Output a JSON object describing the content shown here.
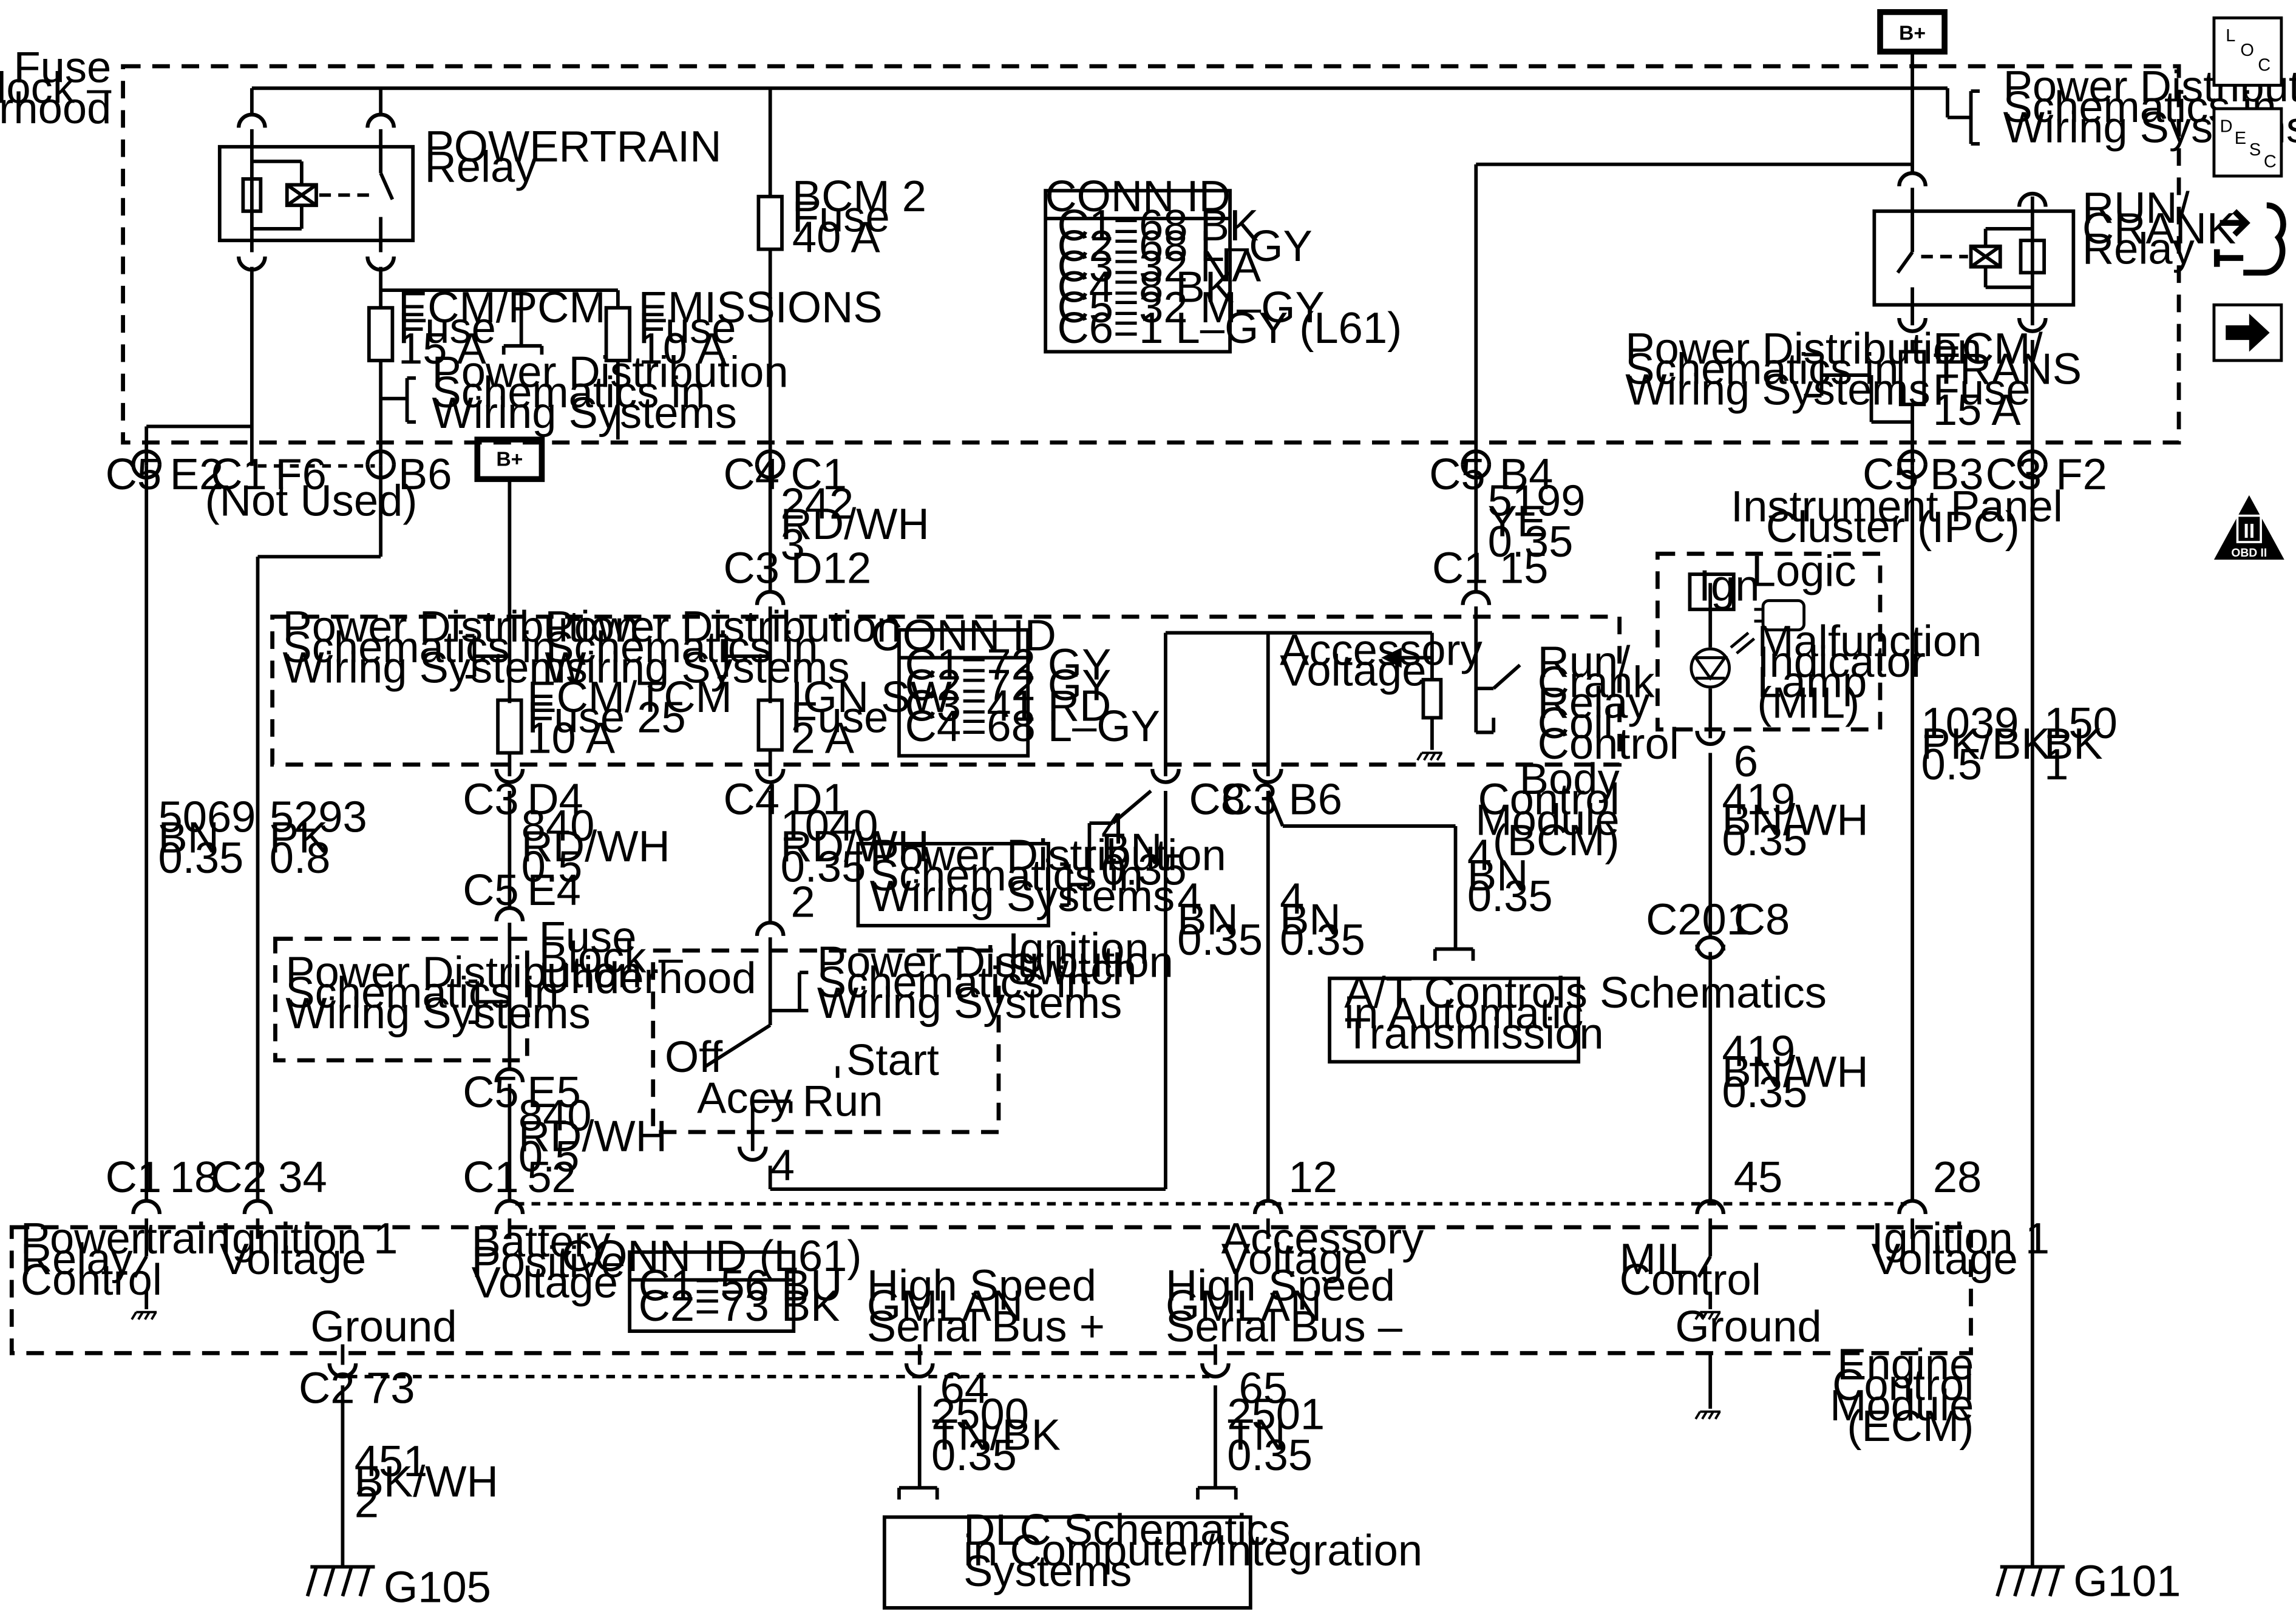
{
  "labels": {
    "b_plus_top": "B+",
    "b_plus_mid": "B+",
    "fuse_block_uh_1": "Fuse",
    "fuse_block_uh_2": "Block –",
    "fuse_block_uh_3": "Underhood",
    "powertrain_relay_1": "POWERTRAIN",
    "powertrain_relay_2": "Relay",
    "ecm_pcm_1": "ECM/PCM",
    "ecm_pcm_2": "Fuse",
    "ecm_pcm_3": "15 A",
    "emissions_1": "EMISSIONS",
    "emissions_2": "Fuse",
    "emissions_3": "10 A",
    "bcm2_1": "BCM 2",
    "bcm2_2": "Fuse",
    "bcm2_3": "40 A",
    "pds_a_1": "Power Distribution",
    "pds_a_2": "Schematics in",
    "pds_a_3": "Wiring Systems",
    "pds_tr_1": "Power Distribution",
    "pds_tr_2": "Schematics in",
    "pds_tr_3": "Wiring Systems",
    "run_crank_1": "RUN/",
    "run_crank_2": "CRANK",
    "run_crank_3": "Relay",
    "pds_ecmtrans_1": "Power Distribution",
    "pds_ecmtrans_2": "Schematics in",
    "pds_ecmtrans_3": "Wiring Systems",
    "ecm_trans_1": "ECM/",
    "ecm_trans_2": "TRANS",
    "ecm_trans_3": "Fuse",
    "ecm_trans_4": "15 A",
    "conn1_title": "CONN ID",
    "conn1_l1": "C1=68 BK",
    "conn1_l2": "C2=68 L–GY",
    "conn1_l3": "C3=32 NA",
    "conn1_l4": "C4=8 BK",
    "conn1_l5": "C5=32 M–GY",
    "conn1_l6": "C6=1 L–GY (L61)",
    "c5_a": "C5",
    "e2": "E2",
    "c1_a": "C1",
    "f6": "F6",
    "not_used": "(Not Used)",
    "b6_a": "B6",
    "c4_a": "C4",
    "c1_b": "C1",
    "w242_1": "242",
    "w242_2": "RD/WH",
    "w242_3": "3",
    "c3_a": "C3",
    "d12": "D12",
    "c5_b": "C5",
    "b4": "B4",
    "w5199_1": "5199",
    "w5199_2": "YE",
    "w5199_3": "0.35",
    "c1_c": "C1",
    "n15": "15",
    "c5_c": "C5",
    "b3": "B3",
    "c3_b": "C3",
    "f2": "F2",
    "ipc_1": "Instrument Panel",
    "ipc_2": "Cluster (IPC)",
    "ign": "Ign",
    "logic": "Logic",
    "mil_1": "Malfunction",
    "mil_2": "Indicator",
    "mil_3": "Lamp",
    "mil_4": "(MIL)",
    "pds_b_1": "Power Distribution",
    "pds_b_2": "Schematics in",
    "pds_b_3": "Wiring Systems",
    "pds_c_1": "Power Distribution",
    "pds_c_2": "Schematics in",
    "pds_c_3": "Wiring Systems",
    "ecm_tcm_1": "ECM/TCM",
    "ecm_tcm_2": "Fuse 25",
    "ecm_tcm_3": "10 A",
    "ign_sw_1": "IGN SW",
    "ign_sw_2": "Fuse",
    "ign_sw_3": "2 A",
    "conn2_title": "CONN ID",
    "conn2_l1": "C1=72 GY",
    "conn2_l2": "C2=72 GY",
    "conn2_l3": "C3=41 RD",
    "conn2_l4": "C4=68 L–GY",
    "acc_v_1": "Accessory",
    "acc_v_2": "Voltage",
    "rcr_1": "Run/",
    "rcr_2": "Crank",
    "rcr_3": "Relay",
    "rcr_4": "Coil",
    "rcr_5": "Control",
    "bcm_1": "Body",
    "bcm_2": "Control",
    "bcm_3": "Module",
    "bcm_4": "(BCM)",
    "c3_c": "C3",
    "d4": "D4",
    "w840a_1": "840",
    "w840a_2": "RD/WH",
    "w840a_3": "0.5",
    "c5_d": "C5",
    "e4": "E4",
    "c4_b": "C4",
    "d1": "D1",
    "w1040_1": "1040",
    "w1040_2": "RD/WH",
    "w1040_3": "0.35",
    "n2": "2",
    "c8": "C8",
    "c3_d": "C3",
    "b6_b": "B6",
    "pds_d_1": "Power Distribution",
    "pds_d_2": "Schematics in",
    "pds_d_3": "Wiring Systems",
    "w4a_1": "4",
    "w4a_2": "BN",
    "w4a_3": "0.35",
    "w4b_1": "4",
    "w4b_2": "BN",
    "w4b_3": "0.35",
    "w4c_1": "4",
    "w4c_2": "BN",
    "w4c_3": "0.35",
    "w4d_1": "4",
    "w4d_2": "BN",
    "w4d_3": "0.35",
    "w5069_1": "5069",
    "w5069_2": "BN",
    "w5069_3": "0.35",
    "w5293_1": "5293",
    "w5293_2": "PK",
    "w5293_3": "0.8",
    "w1039_1": "1039",
    "w1039_2": "PK/BK",
    "w1039_3": "0.5",
    "w150_1": "150",
    "w150_2": "BK",
    "w150_3": "1",
    "n6": "6",
    "w419a_1": "419",
    "w419a_2": "BN/WH",
    "w419a_3": "0.35",
    "c201": "C201",
    "c8_b": "C8",
    "w419b_1": "419",
    "w419b_2": "BN/WH",
    "w419b_3": "0.35",
    "fb2_1": "Fuse",
    "fb2_2": "Block –",
    "fb2_3": "Underhood",
    "pds_e_1": "Power Distribution",
    "pds_e_2": "Schematics in",
    "pds_e_3": "Wiring Systems",
    "pds_f_1": "Power Distribution",
    "pds_f_2": "Schematics in",
    "pds_f_3": "Wiring Systems",
    "ign_switch_1": "Ignition",
    "ign_switch_2": "Switch",
    "off": "Off",
    "start": "Start",
    "accy": "Accy",
    "run": "Run",
    "at_1": "A/T Controls Schematics",
    "at_2": "in Automatic",
    "at_3": "Transmission",
    "c5_e": "C5",
    "e5": "E5",
    "w840b_1": "840",
    "w840b_2": "RD/WH",
    "w840b_3": "0.5",
    "n4": "4",
    "c1_d": "C1",
    "n18": "18",
    "c2_a": "C2",
    "n34": "34",
    "c1_e": "C1",
    "n52": "52",
    "n12": "12",
    "n45": "45",
    "n28": "28",
    "ptrc_1": "Powertrain",
    "ptrc_2": "Relay",
    "ptrc_3": "Control",
    "ign1a_1": "Ignition 1",
    "ign1a_2": "Voltage",
    "bpv_1": "Battery",
    "bpv_2": "Positive",
    "bpv_3": "Voltage",
    "conn3_title": "CONN ID (L61)",
    "conn3_l1": "C1=56 BU",
    "conn3_l2": "C2=73 BK",
    "hsp_1": "High Speed",
    "hsp_2": "GMLAN",
    "hsp_3": "Serial Bus +",
    "hsm_1": "High Speed",
    "hsm_2": "GMLAN",
    "hsm_3": "Serial Bus –",
    "acc_v2_1": "Accessory",
    "acc_v2_2": "Voltage",
    "milc_1": "MIL",
    "milc_2": "Control",
    "ign1b_1": "Ignition 1",
    "ign1b_2": "Voltage",
    "ground_a": "Ground",
    "ground_b": "Ground",
    "ecm_1": "Engine",
    "ecm_2": "Control",
    "ecm_3": "Module",
    "ecm_4": "(ECM)",
    "c2_b": "C2",
    "n73": "73",
    "n64": "64",
    "n65": "65",
    "w2500_1": "2500",
    "w2500_2": "TN/BK",
    "w2500_3": "0.35",
    "w2501_1": "2501",
    "w2501_2": "TN",
    "w2501_3": "0.35",
    "w451_1": "451",
    "w451_2": "BK/WH",
    "w451_3": "2",
    "dlc_1": "DLC Schematics",
    "dlc_2": "in Computer/Integration",
    "dlc_3": "Systems",
    "g105": "G105",
    "g101": "G101"
  },
  "side_buttons": {
    "loc": [
      "L",
      "O",
      "C"
    ],
    "desc": [
      "D",
      "E",
      "S",
      "C"
    ],
    "obd_top": "II",
    "obd_bottom": "OBD II"
  },
  "icons": {
    "loc": "location-icon",
    "desc": "description-icon",
    "tools": "diagnostic-tools-icon",
    "next": "arrow-right-icon",
    "obd": "obd-ii-icon"
  }
}
